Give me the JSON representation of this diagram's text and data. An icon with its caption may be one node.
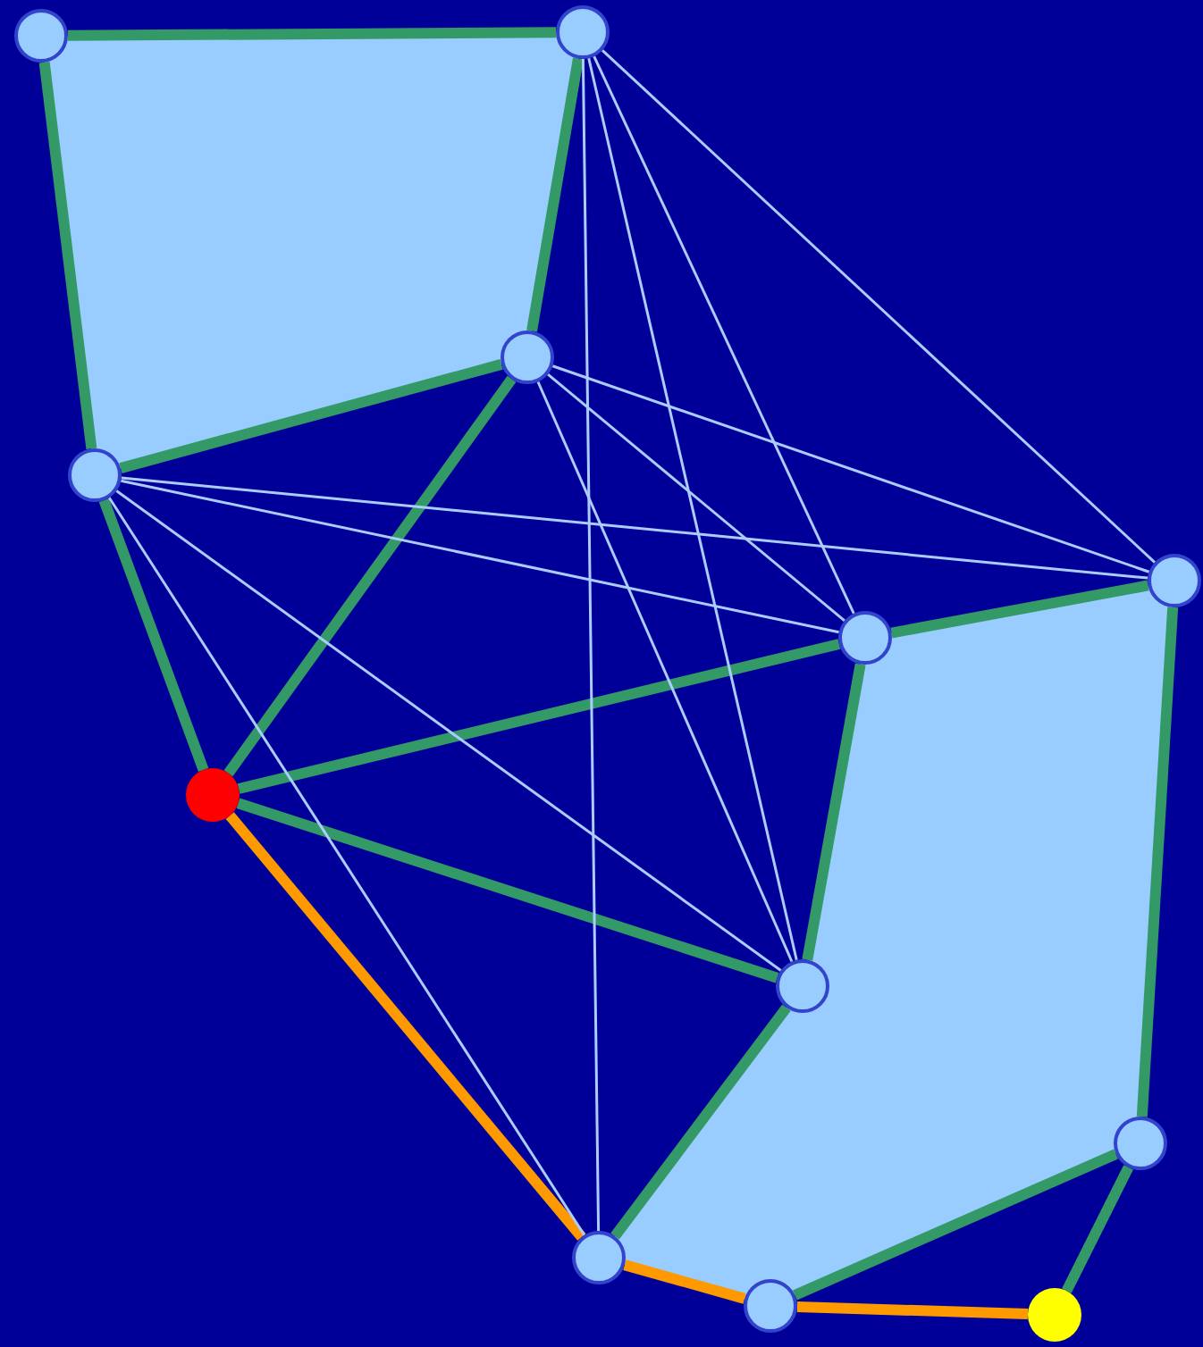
{
  "diagram": {
    "nodes": [
      {
        "text": [],
        "shape": "circle"
      },
      {
        "text": [],
        "shape": "circle"
      },
      {
        "text": [],
        "shape": "circle"
      },
      {
        "text": [],
        "shape": "circle"
      },
      {
        "text": [],
        "shape": "circle"
      },
      {
        "text": [],
        "shape": "circle"
      },
      {
        "text": [],
        "shape": "circle"
      },
      {
        "text": [],
        "shape": "circle"
      },
      {
        "text": [],
        "shape": "circle"
      },
      {
        "text": [],
        "shape": "circle"
      },
      {
        "text": [],
        "shape": "circle"
      },
      {
        "text": [],
        "shape": "circle"
      }
    ],
    "edges": [
      {
        "from": 0,
        "to": 1,
        "arrow": "none"
      },
      {
        "from": 1,
        "to": 2,
        "arrow": "none"
      },
      {
        "from": 2,
        "to": 3,
        "arrow": "none"
      },
      {
        "from": 0,
        "to": 3,
        "arrow": "none"
      },
      {
        "from": 5,
        "to": 4,
        "arrow": "none"
      },
      {
        "from": 4,
        "to": 8,
        "arrow": "none"
      },
      {
        "from": 8,
        "to": 10,
        "arrow": "none"
      },
      {
        "from": 9,
        "to": 7,
        "arrow": "none"
      },
      {
        "from": 7,
        "to": 5,
        "arrow": "none"
      },
      {
        "from": 3,
        "to": 6,
        "arrow": "none"
      },
      {
        "from": 2,
        "to": 6,
        "arrow": "none"
      },
      {
        "from": 6,
        "to": 5,
        "arrow": "none"
      },
      {
        "from": 6,
        "to": 7,
        "arrow": "none"
      },
      {
        "from": 8,
        "to": 11,
        "arrow": "none"
      },
      {
        "from": 6,
        "to": 9,
        "arrow": "none",
        "color": "#ff9900"
      },
      {
        "from": 9,
        "to": 10,
        "arrow": "none",
        "color": "#ff9900"
      },
      {
        "from": 10,
        "to": 11,
        "arrow": "none",
        "color": "#ff9900"
      },
      {
        "from": 1,
        "to": 4,
        "arrow": "none",
        "color": "#aaccff"
      },
      {
        "from": 1,
        "to": 5,
        "arrow": "none",
        "color": "#aaccff"
      },
      {
        "from": 1,
        "to": 7,
        "arrow": "none",
        "color": "#aaccff"
      },
      {
        "from": 1,
        "to": 9,
        "arrow": "none",
        "color": "#aaccff"
      },
      {
        "from": 2,
        "to": 4,
        "arrow": "none",
        "color": "#aaccff"
      },
      {
        "from": 2,
        "to": 5,
        "arrow": "none",
        "color": "#aaccff"
      },
      {
        "from": 2,
        "to": 7,
        "arrow": "none",
        "color": "#aaccff"
      },
      {
        "from": 3,
        "to": 4,
        "arrow": "none",
        "color": "#aaccff"
      },
      {
        "from": 3,
        "to": 5,
        "arrow": "none",
        "color": "#aaccff"
      },
      {
        "from": 3,
        "to": 7,
        "arrow": "none",
        "color": "#aaccff"
      },
      {
        "from": 3,
        "to": 9,
        "arrow": "none",
        "color": "#aaccff"
      }
    ]
  }
}
